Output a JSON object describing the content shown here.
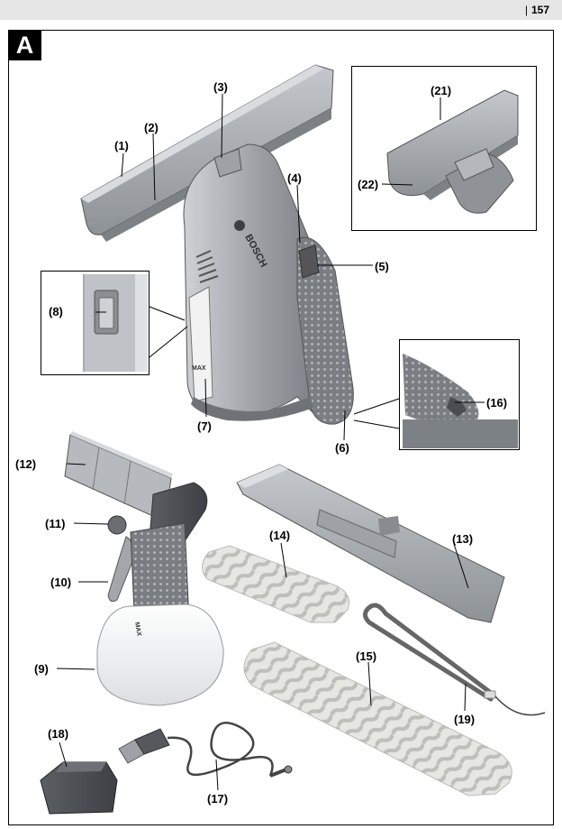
{
  "header": {
    "page_number": "157"
  },
  "figure": {
    "badge": "A",
    "labels": {
      "l1": "(1)",
      "l2": "(2)",
      "l3": "(3)",
      "l4": "(4)",
      "l5": "(5)",
      "l6": "(6)",
      "l7": "(7)",
      "l8": "(8)",
      "l9": "(9)",
      "l10": "(10)",
      "l11": "(11)",
      "l12": "(12)",
      "l13": "(13)",
      "l14": "(14)",
      "l15": "(15)",
      "l16": "(16)",
      "l17": "(17)",
      "l18": "(18)",
      "l19": "(19)",
      "l21": "(21)",
      "l22": "(22)"
    },
    "product_texts": {
      "brand": "BOSCH",
      "max_mark": "MAX"
    }
  }
}
